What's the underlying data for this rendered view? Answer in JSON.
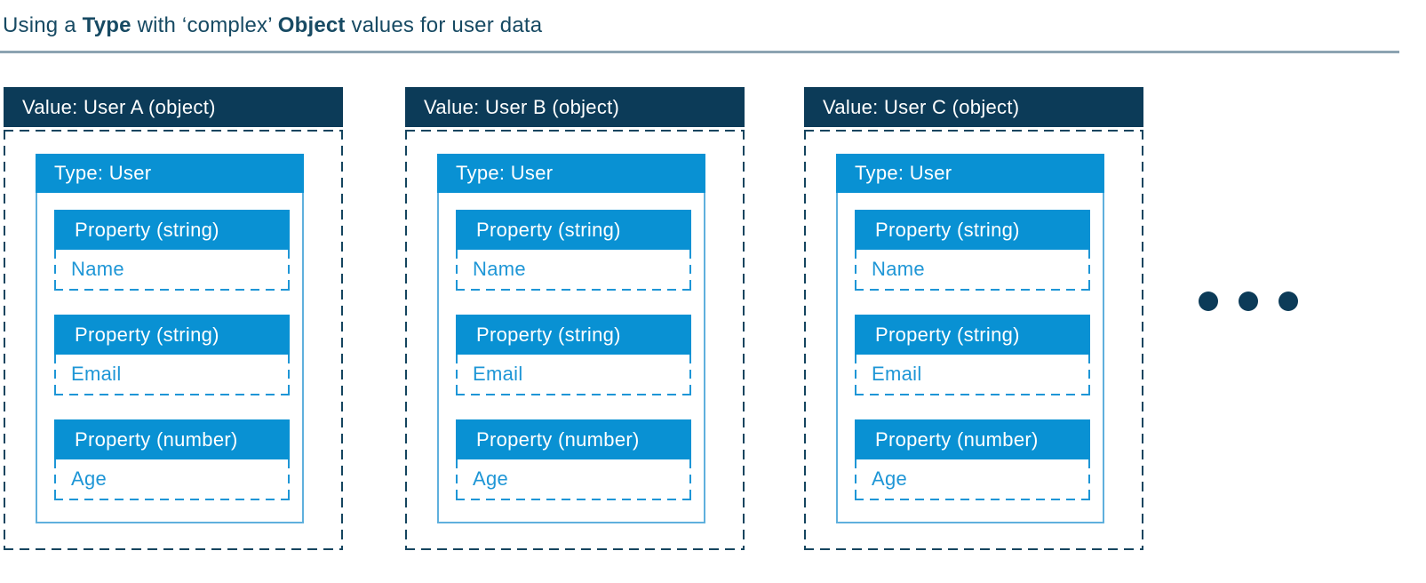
{
  "title": {
    "part1": "Using a ",
    "bold1": "Type",
    "part2": " with ‘complex’ ",
    "bold2": "Object",
    "part3": " values for user data"
  },
  "colors": {
    "navy": "#0c3b58",
    "blue": "#0991d3",
    "light_blue_border": "#5fb0dd",
    "underline": "#8ca3b1"
  },
  "cards": [
    {
      "header": "Value: User A (object)",
      "type_label": "Type: User",
      "properties": [
        {
          "header": "Property (string)",
          "value": "Name"
        },
        {
          "header": "Property (string)",
          "value": "Email"
        },
        {
          "header": "Property (number)",
          "value": "Age"
        }
      ]
    },
    {
      "header": "Value: User B (object)",
      "type_label": "Type: User",
      "properties": [
        {
          "header": "Property (string)",
          "value": "Name"
        },
        {
          "header": "Property (string)",
          "value": "Email"
        },
        {
          "header": "Property (number)",
          "value": "Age"
        }
      ]
    },
    {
      "header": "Value: User C (object)",
      "type_label": "Type: User",
      "properties": [
        {
          "header": "Property (string)",
          "value": "Name"
        },
        {
          "header": "Property (string)",
          "value": "Email"
        },
        {
          "header": "Property (number)",
          "value": "Age"
        }
      ]
    }
  ],
  "ellipsis": {
    "icon": "more-dots-icon",
    "dot_count": 3
  }
}
